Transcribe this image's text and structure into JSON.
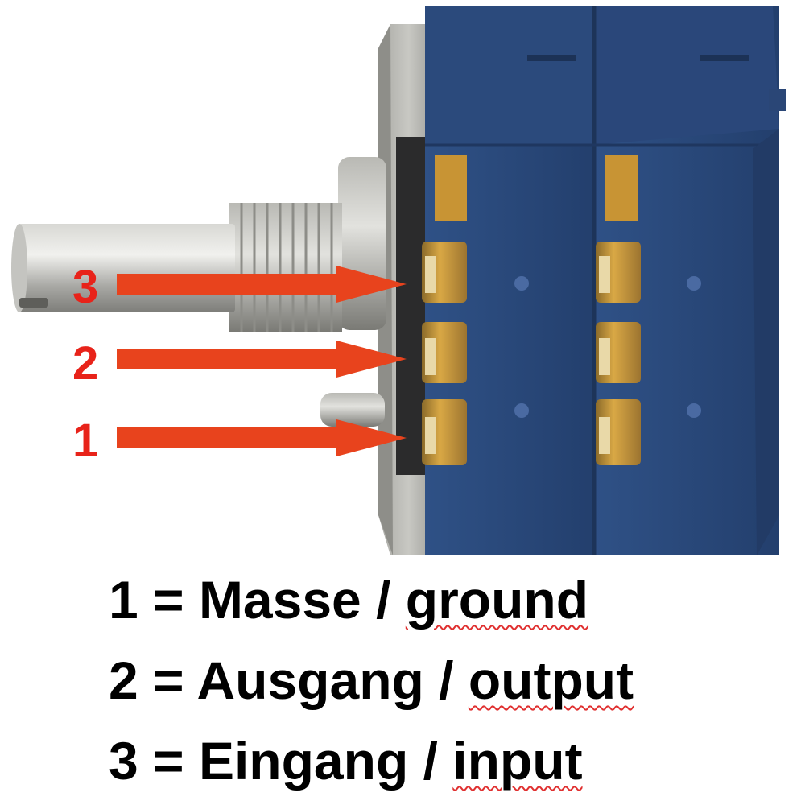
{
  "colors": {
    "body_blue": "#2b4a7c",
    "metal": "#b4b4b0",
    "arrow": "#e8431d",
    "label_red": "#e8231a",
    "terminal_gold": "#c9962a"
  },
  "pins": [
    {
      "number": "3"
    },
    {
      "number": "2"
    },
    {
      "number": "1"
    }
  ],
  "legend": [
    {
      "num": "1",
      "eq": " = ",
      "de": "Masse",
      "sep": " / ",
      "en": "ground"
    },
    {
      "num": "2",
      "eq": " = ",
      "de": "Ausgang",
      "sep": " / ",
      "en": "output"
    },
    {
      "num": "3",
      "eq": " = ",
      "de": "Eingang",
      "sep": " / ",
      "en": "input"
    }
  ]
}
